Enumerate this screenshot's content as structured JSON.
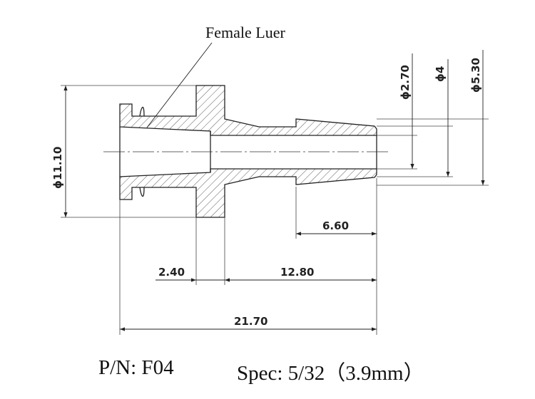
{
  "callout": "Female Luer",
  "dimensions": {
    "d_outer_flange": "ϕ11.10",
    "d_inner": "ϕ2.70",
    "d_barb_min": "ϕ4",
    "d_barb_max": "ϕ5.30",
    "barb_length": "6.60",
    "flange_thickness": "2.40",
    "tip_length": "12.80",
    "overall_length": "21.70"
  },
  "caption": {
    "part_number": "P/N: F04",
    "spec": "Spec: 5/32（3.9mm）"
  }
}
